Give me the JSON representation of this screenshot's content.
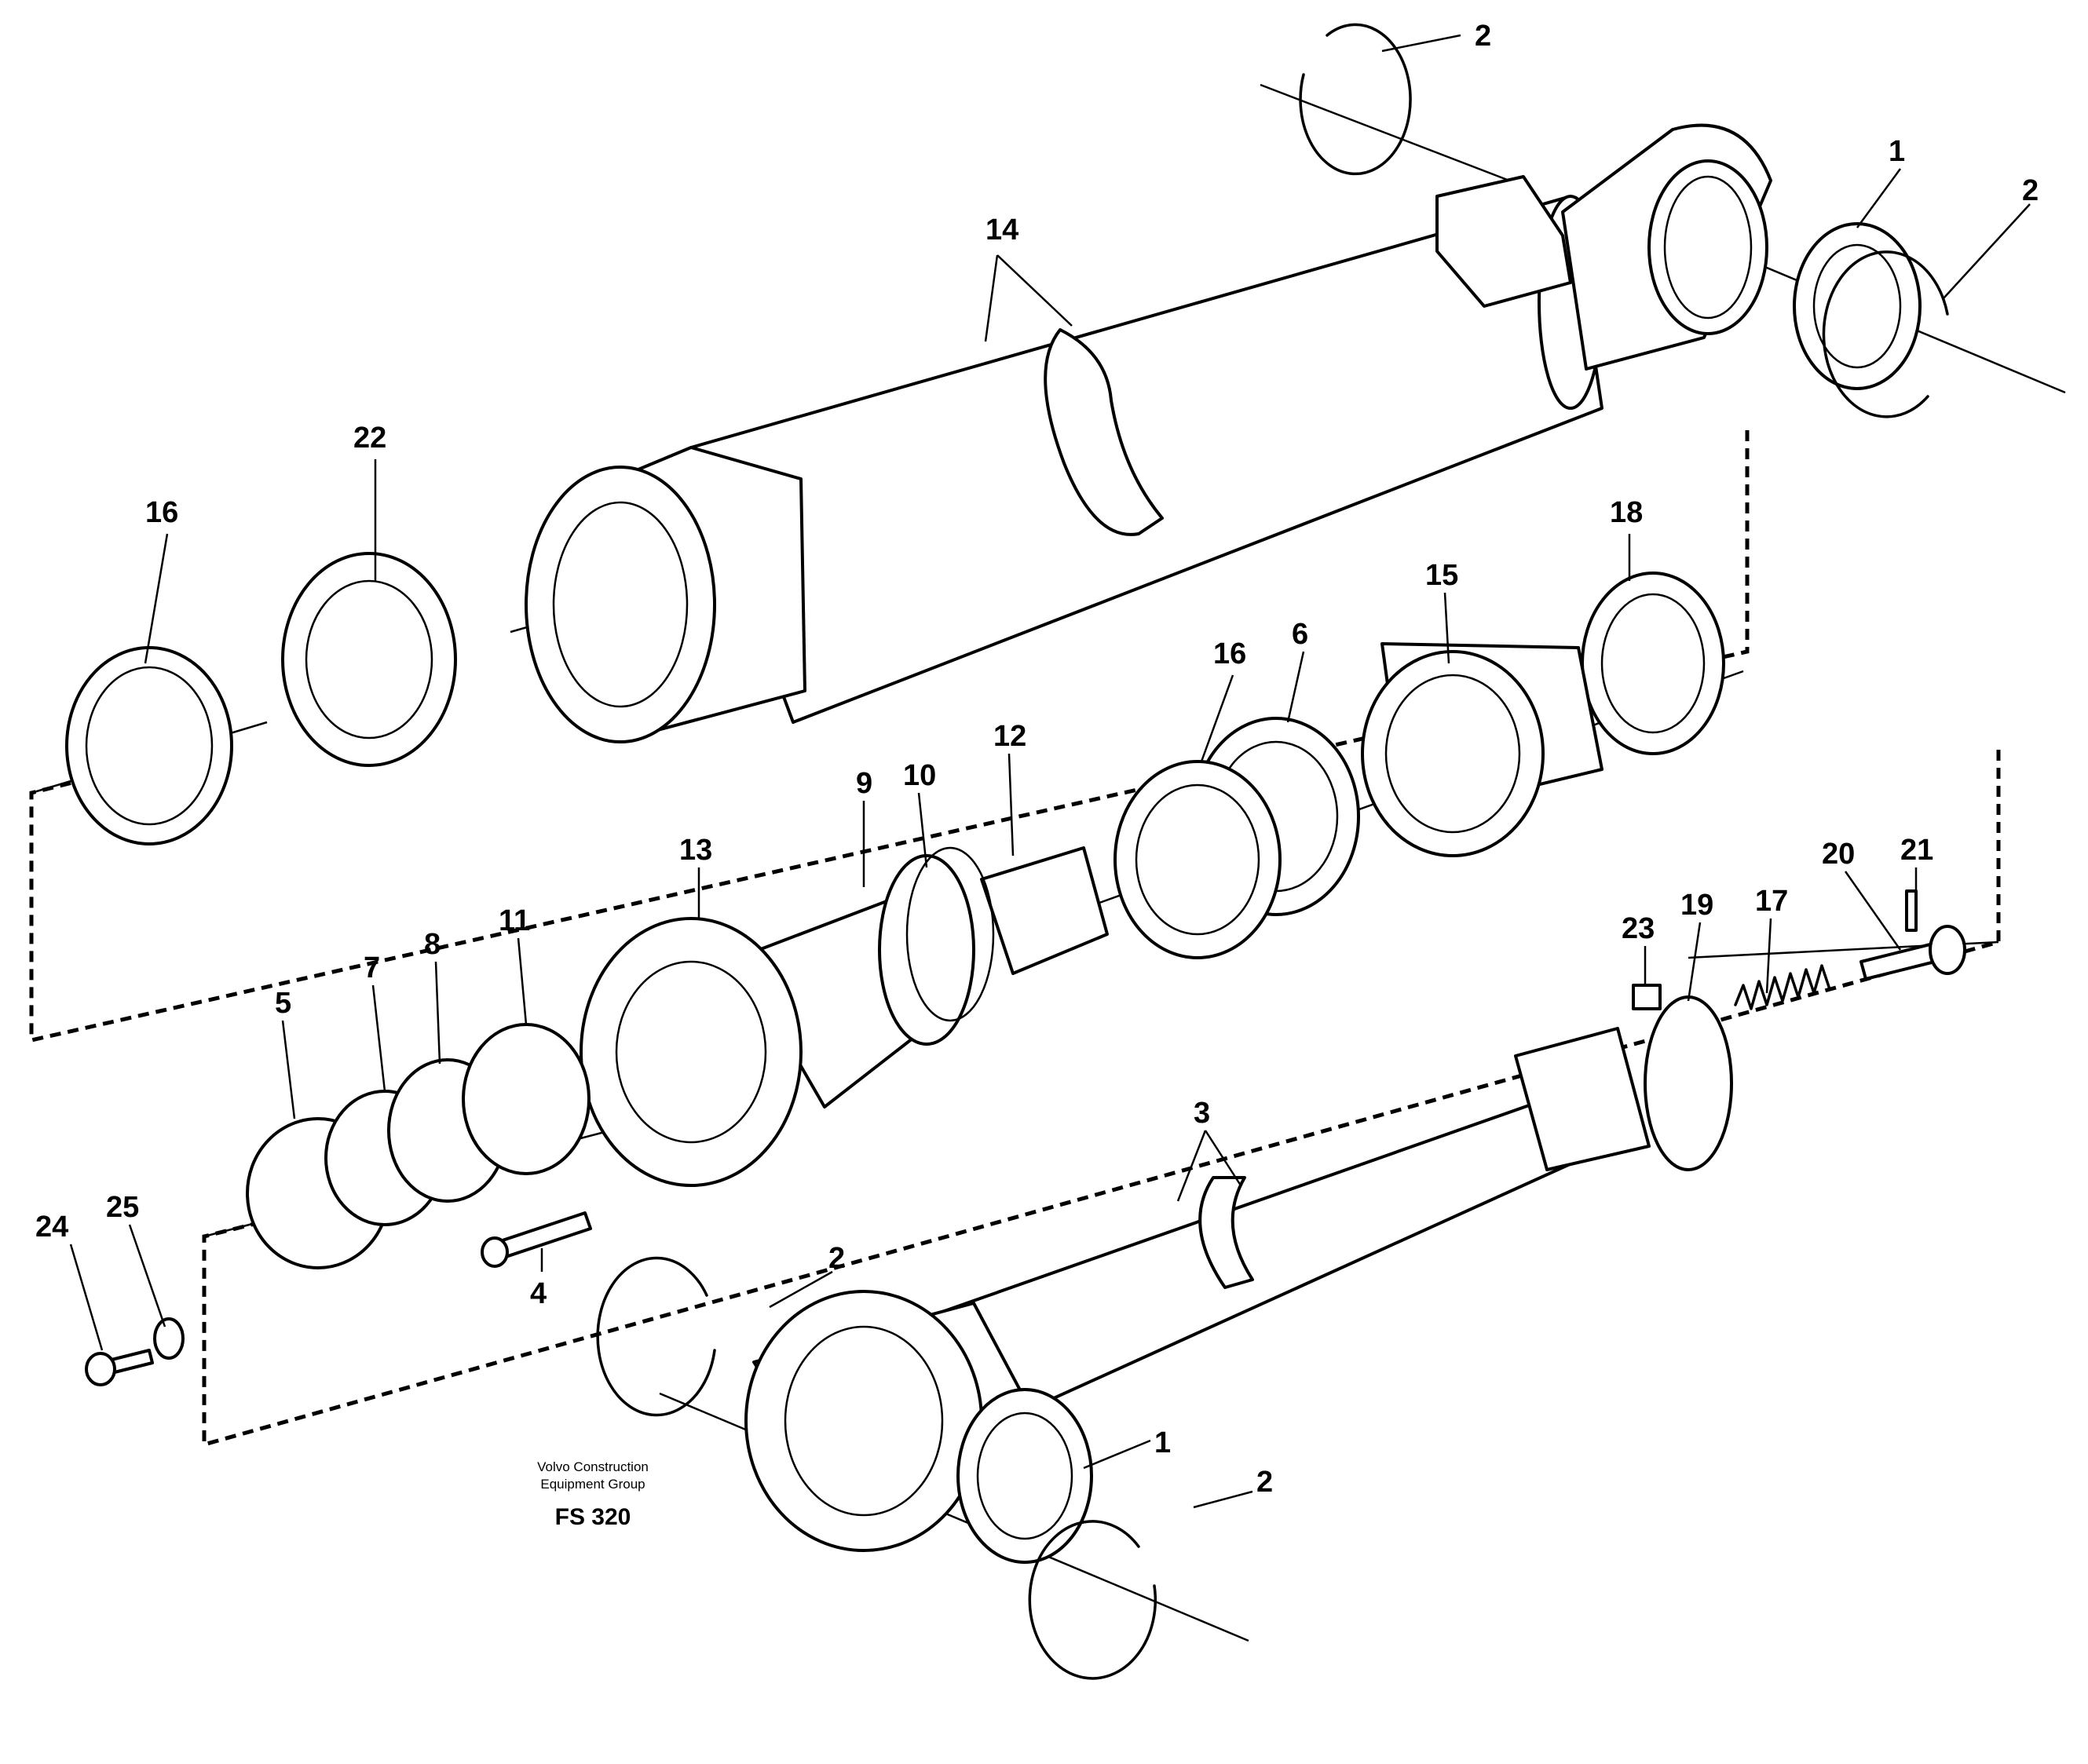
{
  "diagram": {
    "callouts": {
      "p2_top": "2",
      "p1_right": "1",
      "p2_right": "2",
      "p14": "14",
      "p22": "22",
      "p16_left": "16",
      "p18": "18",
      "p15": "15",
      "p16_mid": "16",
      "p6": "6",
      "p12": "12",
      "p10": "10",
      "p9": "9",
      "p13": "13",
      "p11": "11",
      "p8": "8",
      "p7": "7",
      "p5": "5",
      "p21": "21",
      "p20": "20",
      "p17": "17",
      "p19": "19",
      "p23": "23",
      "p3": "3",
      "p24": "24",
      "p25": "25",
      "p4": "4",
      "p2_bottom_left": "2",
      "p1_bottom": "1",
      "p2_bottom": "2"
    },
    "footer": {
      "line1": "Volvo Construction",
      "line2": "Equipment Group",
      "code": "FS 320"
    }
  }
}
